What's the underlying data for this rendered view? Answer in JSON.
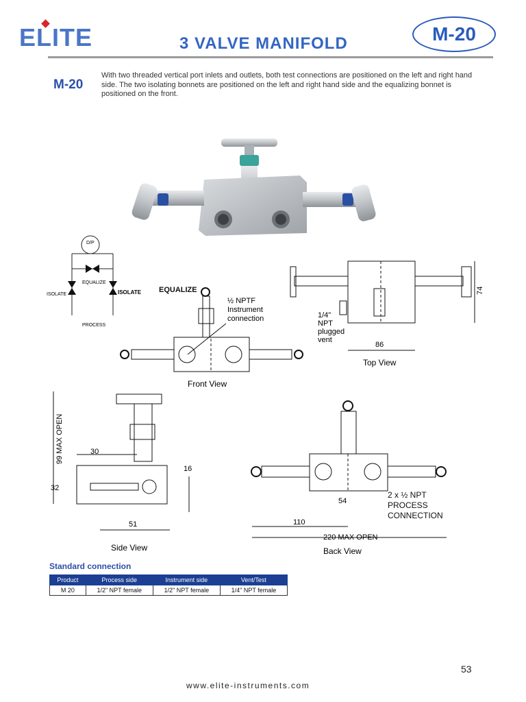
{
  "header": {
    "logo_text": "ELITE",
    "title": "3 VALVE MANIFOLD",
    "badge": "M-20"
  },
  "intro": {
    "model": "M-20",
    "description": "With two threaded vertical port inlets and outlets, both test connections are positioned on the left and right hand side. The two isolating bonnets are positioned on the left and right hand side and the equalizing bonnet is positioned on the front."
  },
  "schematic": {
    "dp": "D/P",
    "equalize": "EQUALIZE",
    "isolate_left": "ISOLATE",
    "isolate_right": "ISOLATE",
    "process": "PROCESS"
  },
  "front_view": {
    "equalize": "EQUALIZE",
    "nptf_1": "½ NPTF",
    "nptf_2": "Instrument",
    "nptf_3": "connection",
    "caption": "Front View"
  },
  "top_view": {
    "dim_height": "74",
    "dim_width": "86",
    "vent_1": "1/4\"",
    "vent_2": "NPT",
    "vent_3": "plugged",
    "vent_4": "vent",
    "caption": "Top View"
  },
  "side_view": {
    "dim_max_open": "99 MAX OPEN",
    "dim_30": "30",
    "dim_32": "32",
    "dim_16": "16",
    "dim_51": "51",
    "caption": "Side View"
  },
  "back_view": {
    "dim_54": "54",
    "process_1": "2 x ½ NPT",
    "process_2": "PROCESS",
    "process_3": "CONNECTION",
    "dim_110": "110",
    "dim_220": "220 MAX OPEN",
    "caption": "Back View"
  },
  "standard": {
    "title": "Standard connection",
    "headers": [
      "Product",
      "Process side",
      "Instrument side",
      "Vent/Test"
    ],
    "rows": [
      [
        "M 20",
        "1/2\" NPT female",
        "1/2\" NPT female",
        "1/4\" NPT female"
      ]
    ]
  },
  "footer": {
    "page_number": "53",
    "url": "www.elite-instruments.com"
  },
  "colors": {
    "brand_blue": "#2c4fa8",
    "table_header": "#1c3f93",
    "logo_red": "#d8262b"
  }
}
